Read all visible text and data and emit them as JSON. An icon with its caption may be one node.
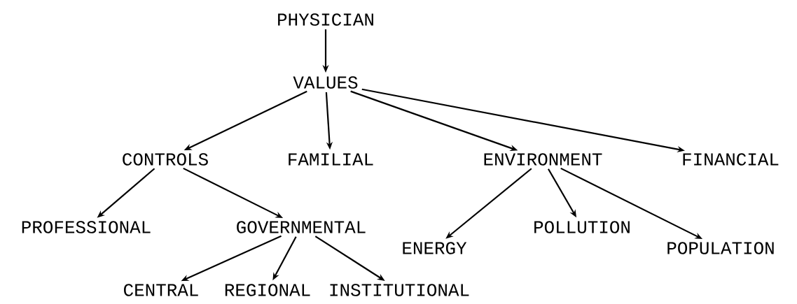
{
  "diagram": {
    "nodes": [
      {
        "text": [
          "PHYSICIAN"
        ]
      },
      {
        "text": [
          "VALUES"
        ]
      },
      {
        "text": [
          "CONTROLS"
        ]
      },
      {
        "text": [
          "FAMILIAL"
        ]
      },
      {
        "text": [
          "ENVIRONMENT"
        ]
      },
      {
        "text": [
          "FINANCIAL"
        ]
      },
      {
        "text": [
          "PROFESSIONAL"
        ]
      },
      {
        "text": [
          "GOVERNMENTAL"
        ]
      },
      {
        "text": [
          "ENERGY"
        ]
      },
      {
        "text": [
          "POLLUTION"
        ]
      },
      {
        "text": [
          "POPULATION"
        ]
      },
      {
        "text": [
          "CENTRAL"
        ]
      },
      {
        "text": [
          "REGIONAL"
        ]
      },
      {
        "text": [
          "INSTITUTIONAL"
        ]
      }
    ],
    "edges": [
      {
        "from": 0,
        "to": 1,
        "arrow": "to"
      },
      {
        "from": 1,
        "to": 2,
        "arrow": "to"
      },
      {
        "from": 1,
        "to": 3,
        "arrow": "to"
      },
      {
        "from": 1,
        "to": 4,
        "arrow": "to"
      },
      {
        "from": 1,
        "to": 5,
        "arrow": "to"
      },
      {
        "from": 2,
        "to": 6,
        "arrow": "to"
      },
      {
        "from": 2,
        "to": 7,
        "arrow": "to"
      },
      {
        "from": 4,
        "to": 8,
        "arrow": "to"
      },
      {
        "from": 4,
        "to": 9,
        "arrow": "to"
      },
      {
        "from": 4,
        "to": 10,
        "arrow": "to"
      },
      {
        "from": 7,
        "to": 11,
        "arrow": "to"
      },
      {
        "from": 7,
        "to": 12,
        "arrow": "to"
      },
      {
        "from": 7,
        "to": 13,
        "arrow": "to"
      }
    ]
  }
}
